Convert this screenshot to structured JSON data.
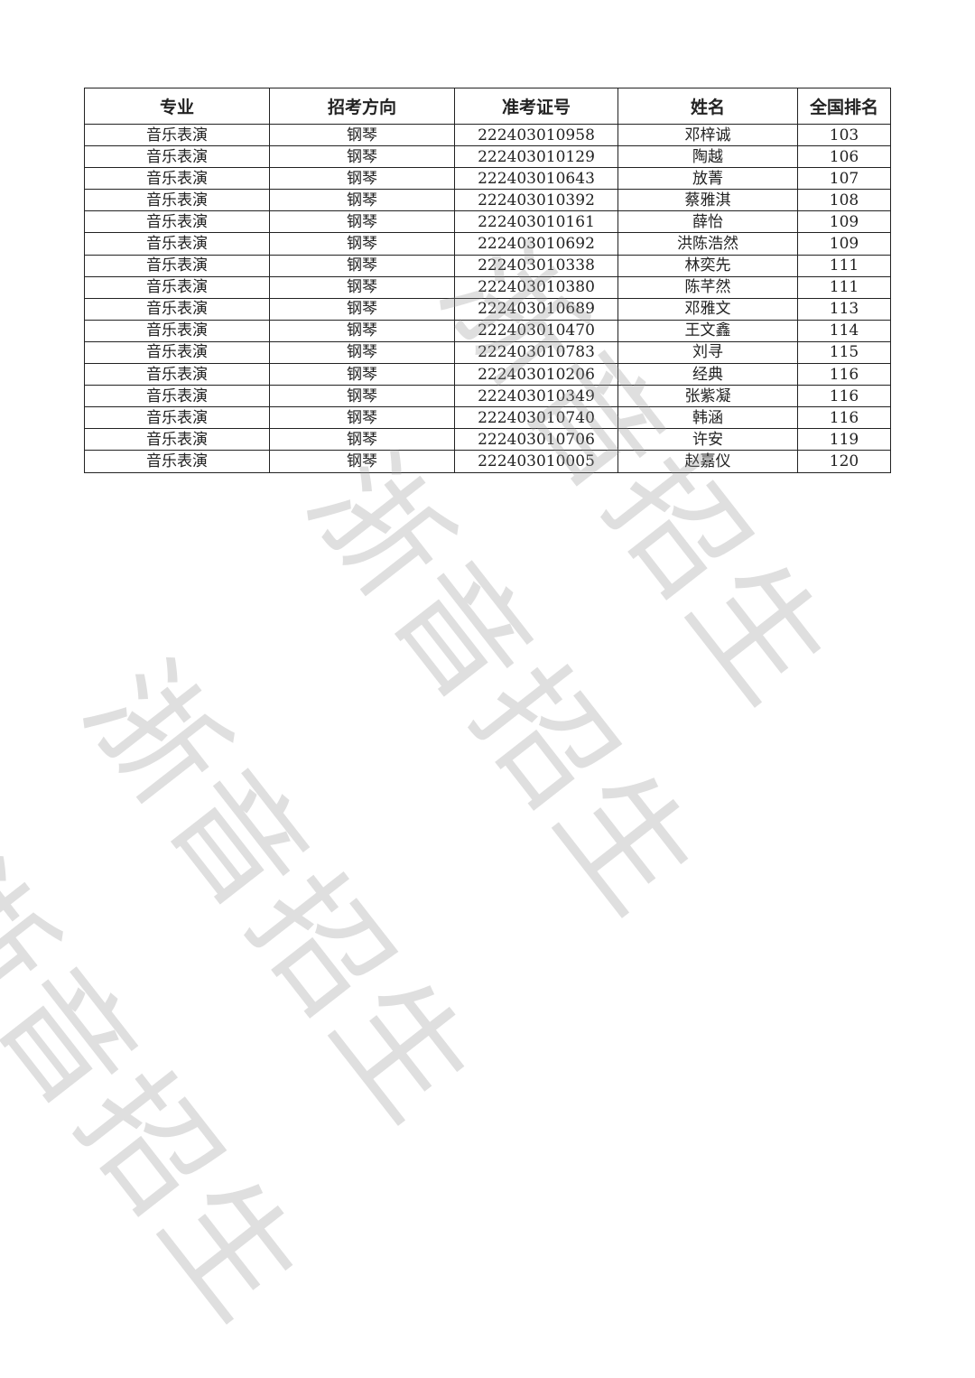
{
  "table": {
    "headers": [
      "专业",
      "招考方向",
      "准考证号",
      "姓名",
      "全国排名"
    ],
    "rows": [
      [
        "音乐表演",
        "钢琴",
        "222403010958",
        "邓梓诚",
        "103"
      ],
      [
        "音乐表演",
        "钢琴",
        "222403010129",
        "陶越",
        "106"
      ],
      [
        "音乐表演",
        "钢琴",
        "222403010643",
        "放菁",
        "107"
      ],
      [
        "音乐表演",
        "钢琴",
        "222403010392",
        "蔡雅淇",
        "108"
      ],
      [
        "音乐表演",
        "钢琴",
        "222403010161",
        "薛怡",
        "109"
      ],
      [
        "音乐表演",
        "钢琴",
        "222403010692",
        "洪陈浩然",
        "109"
      ],
      [
        "音乐表演",
        "钢琴",
        "222403010338",
        "林奕先",
        "111"
      ],
      [
        "音乐表演",
        "钢琴",
        "222403010380",
        "陈芊然",
        "111"
      ],
      [
        "音乐表演",
        "钢琴",
        "222403010689",
        "邓雅文",
        "113"
      ],
      [
        "音乐表演",
        "钢琴",
        "222403010470",
        "王文鑫",
        "114"
      ],
      [
        "音乐表演",
        "钢琴",
        "222403010783",
        "刘寻",
        "115"
      ],
      [
        "音乐表演",
        "钢琴",
        "222403010206",
        "经典",
        "116"
      ],
      [
        "音乐表演",
        "钢琴",
        "222403010349",
        "张紫凝",
        "116"
      ],
      [
        "音乐表演",
        "钢琴",
        "222403010740",
        "韩涵",
        "116"
      ],
      [
        "音乐表演",
        "钢琴",
        "222403010706",
        "许安",
        "119"
      ],
      [
        "音乐表演",
        "钢琴",
        "222403010005",
        "赵嘉仪",
        "120"
      ]
    ]
  },
  "watermark": {
    "text": "浙音招生",
    "color": "#969696"
  }
}
